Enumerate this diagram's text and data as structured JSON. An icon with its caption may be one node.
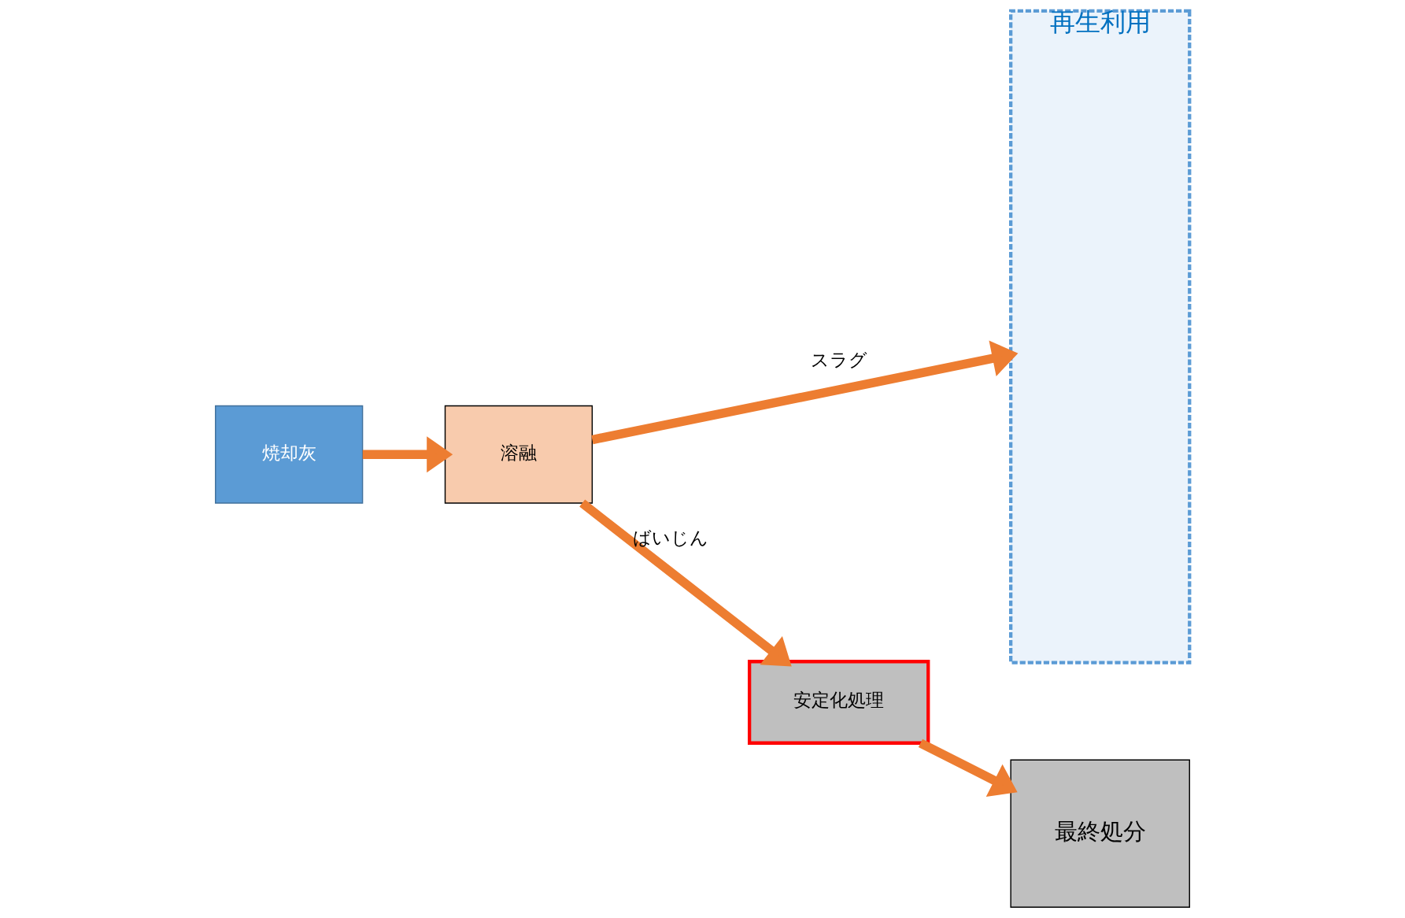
{
  "diagram": {
    "nodes": [
      {
        "text": [
          "焼却灰"
        ]
      },
      {
        "text": [
          "溶融"
        ]
      },
      {
        "text": [
          "再生利用"
        ]
      },
      {
        "text": [
          "安定化処理"
        ]
      },
      {
        "text": [
          "最終処分"
        ]
      }
    ],
    "edges": [
      {
        "from": 0,
        "to": 1,
        "arrow": "to"
      },
      {
        "from": 1,
        "to": 2,
        "arrow": "to",
        "label": "スラグ"
      },
      {
        "from": 1,
        "to": 3,
        "arrow": "to",
        "label": "ばいじん"
      },
      {
        "from": 3,
        "to": 4,
        "arrow": "to"
      }
    ]
  }
}
